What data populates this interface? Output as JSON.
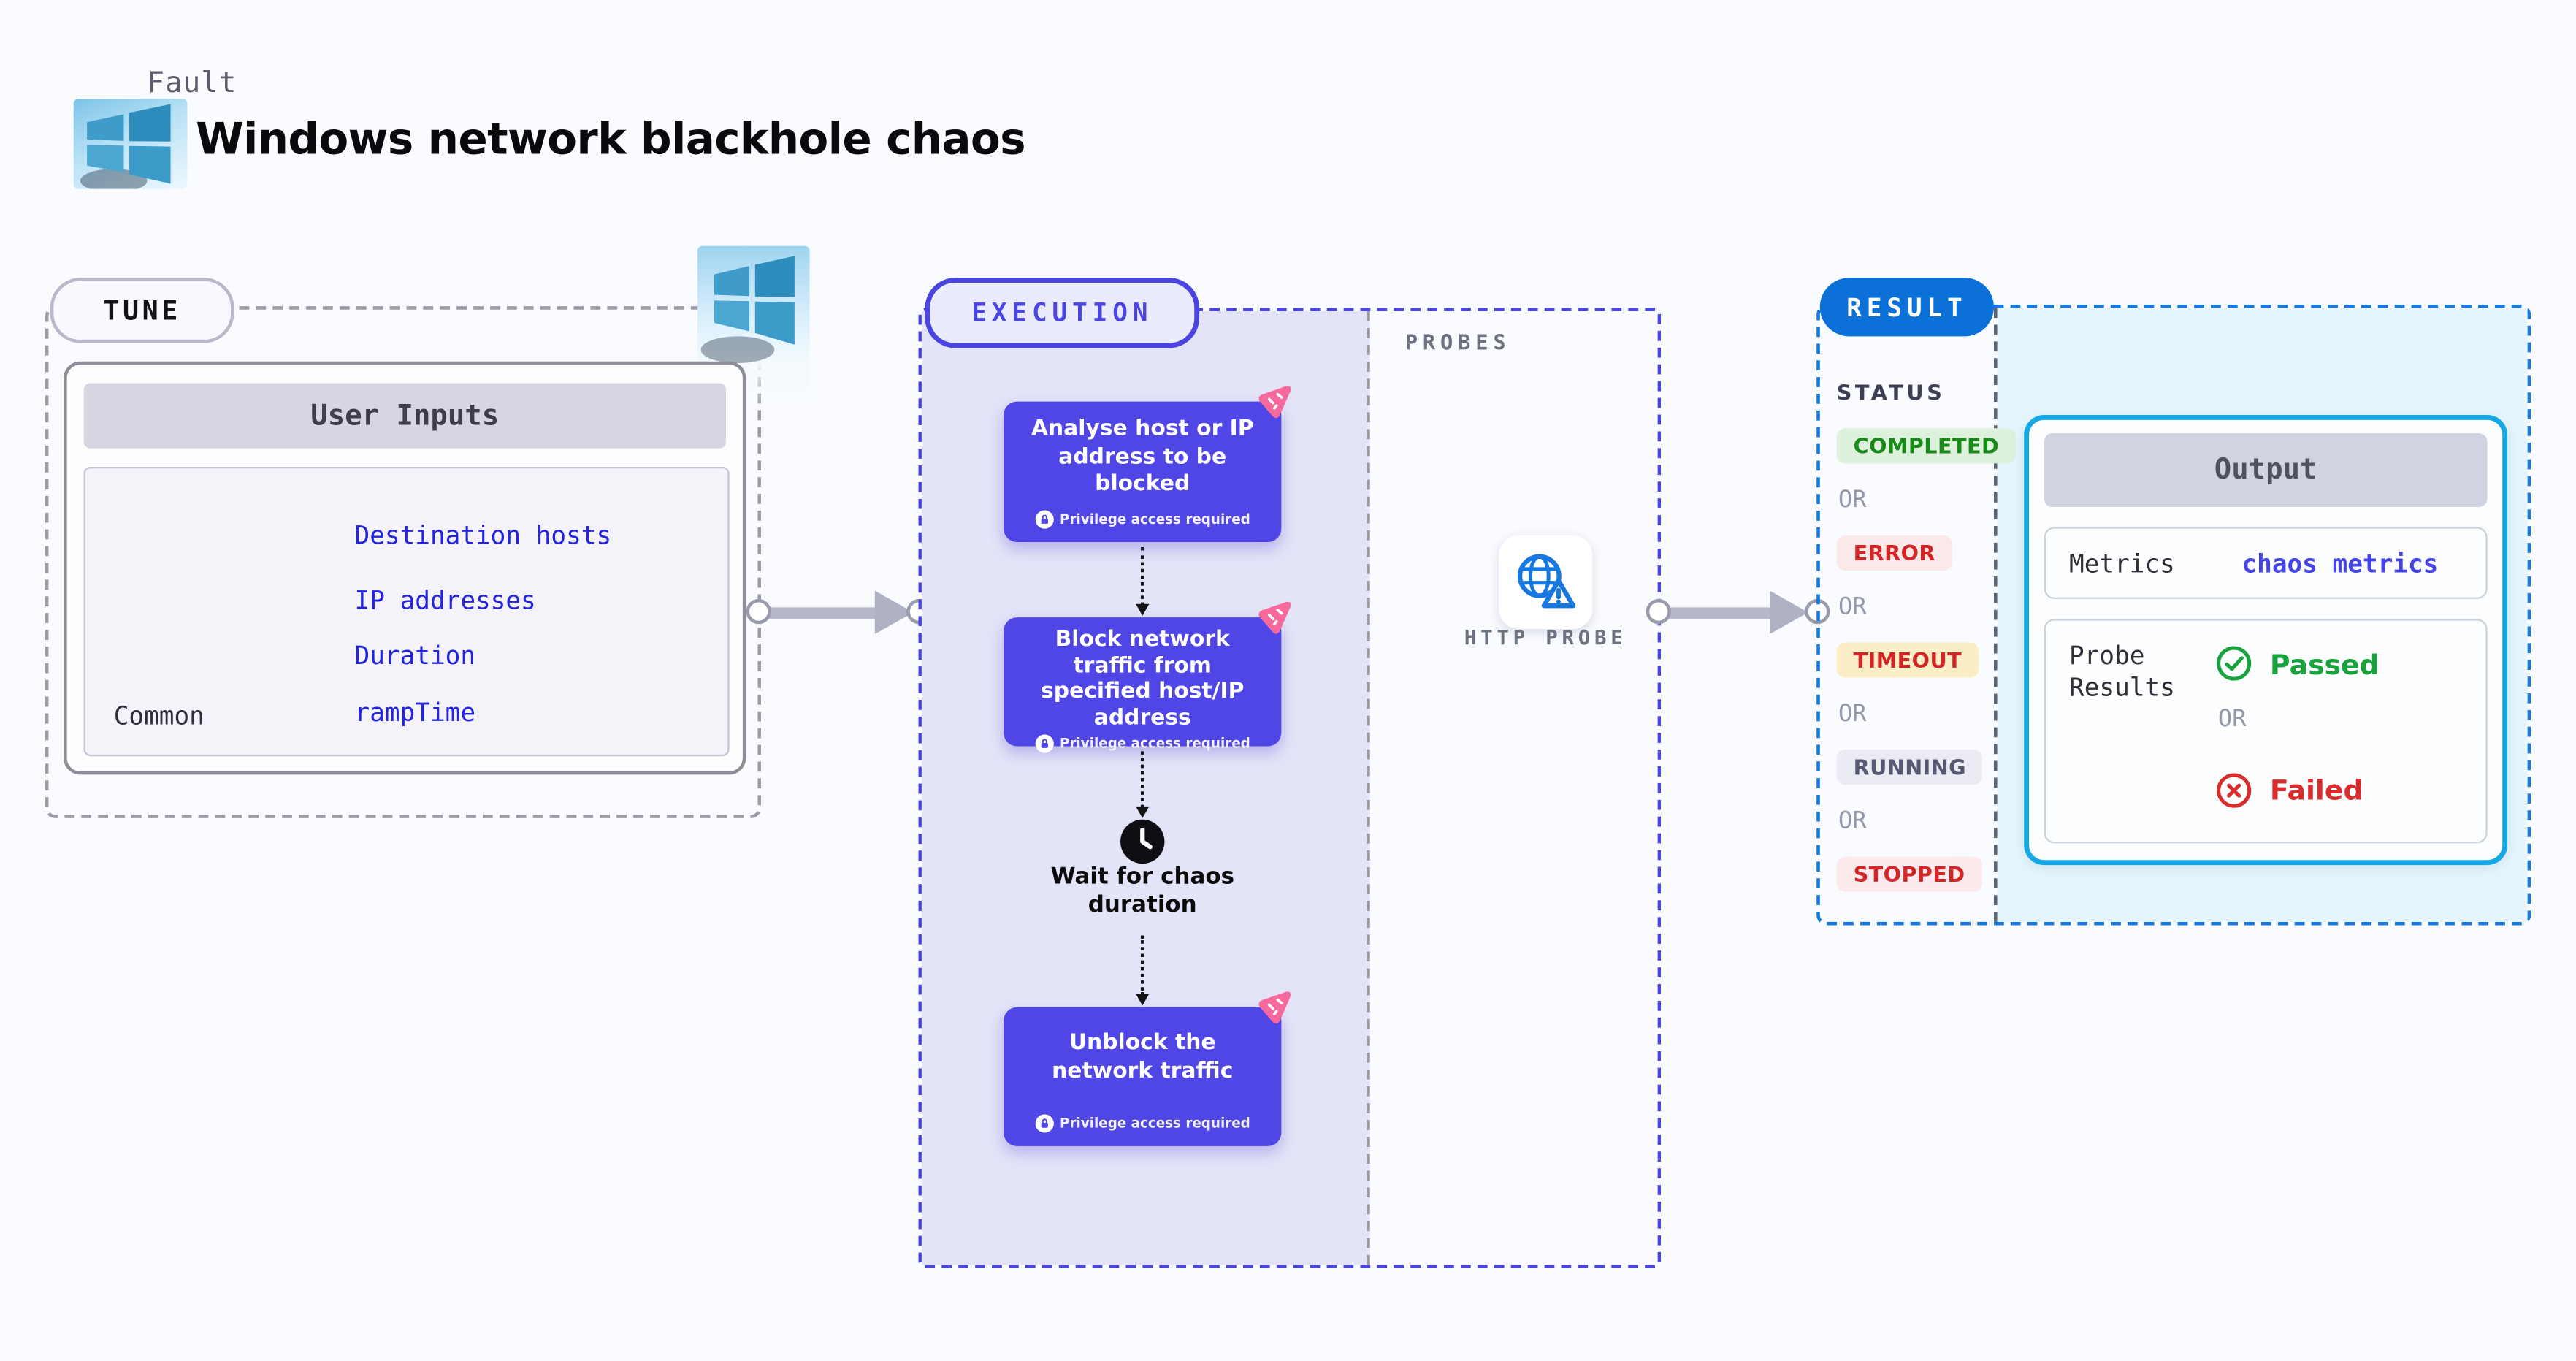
{
  "header": {
    "kicker": "Fault",
    "title": "Windows network blackhole chaos"
  },
  "tune": {
    "label": "TUNE",
    "card": {
      "title": "User Inputs",
      "row_label": "Common",
      "inputs": [
        "Destination hosts",
        "IP addresses",
        "Duration",
        "rampTime"
      ]
    }
  },
  "execution": {
    "label": "EXECUTION",
    "steps": [
      {
        "title": "Analyse host or IP address to be blocked",
        "note": "Privilege access required"
      },
      {
        "title": "Block network traffic from specified host/IP address",
        "note": "Privilege access required"
      },
      {
        "title": "Unblock the network traffic",
        "note": "Privilege access required"
      }
    ],
    "wait_label": "Wait for chaos duration"
  },
  "probes": {
    "label": "PROBES",
    "probe_label": "HTTP PROBE"
  },
  "result": {
    "label": "RESULT",
    "status_heading": "STATUS",
    "or_label": "OR",
    "statuses": [
      {
        "text": "COMPLETED",
        "color": "#188a18",
        "bg": "#ddf1dd"
      },
      {
        "text": "ERROR",
        "color": "#d22525",
        "bg": "#fbe9e9"
      },
      {
        "text": "TIMEOUT",
        "color": "#d22525",
        "bg": "#fbeec6"
      },
      {
        "text": "RUNNING",
        "color": "#585872",
        "bg": "#ebebf3"
      },
      {
        "text": "STOPPED",
        "color": "#d22525",
        "bg": "#fce9ec"
      }
    ],
    "output": {
      "title": "Output",
      "metrics_label": "Metrics",
      "metrics_value": "chaos metrics",
      "probe_results_label": "Probe Results",
      "or_label": "OR",
      "passed_label": "Passed",
      "failed_label": "Failed"
    }
  },
  "colors": {
    "page_bg": "#fafbff",
    "indigo": "#4f46e5",
    "execution_bg": "#e4e4f8",
    "link_blue": "#2424de",
    "result_blue": "#0b70d7",
    "result_dash": "#1779df",
    "cyan_bg": "#e6f5fb",
    "output_border": "#16a8e4",
    "pink_badge": "#f7699c",
    "passed_green": "#18a33c",
    "failed_red": "#d92c2c"
  }
}
